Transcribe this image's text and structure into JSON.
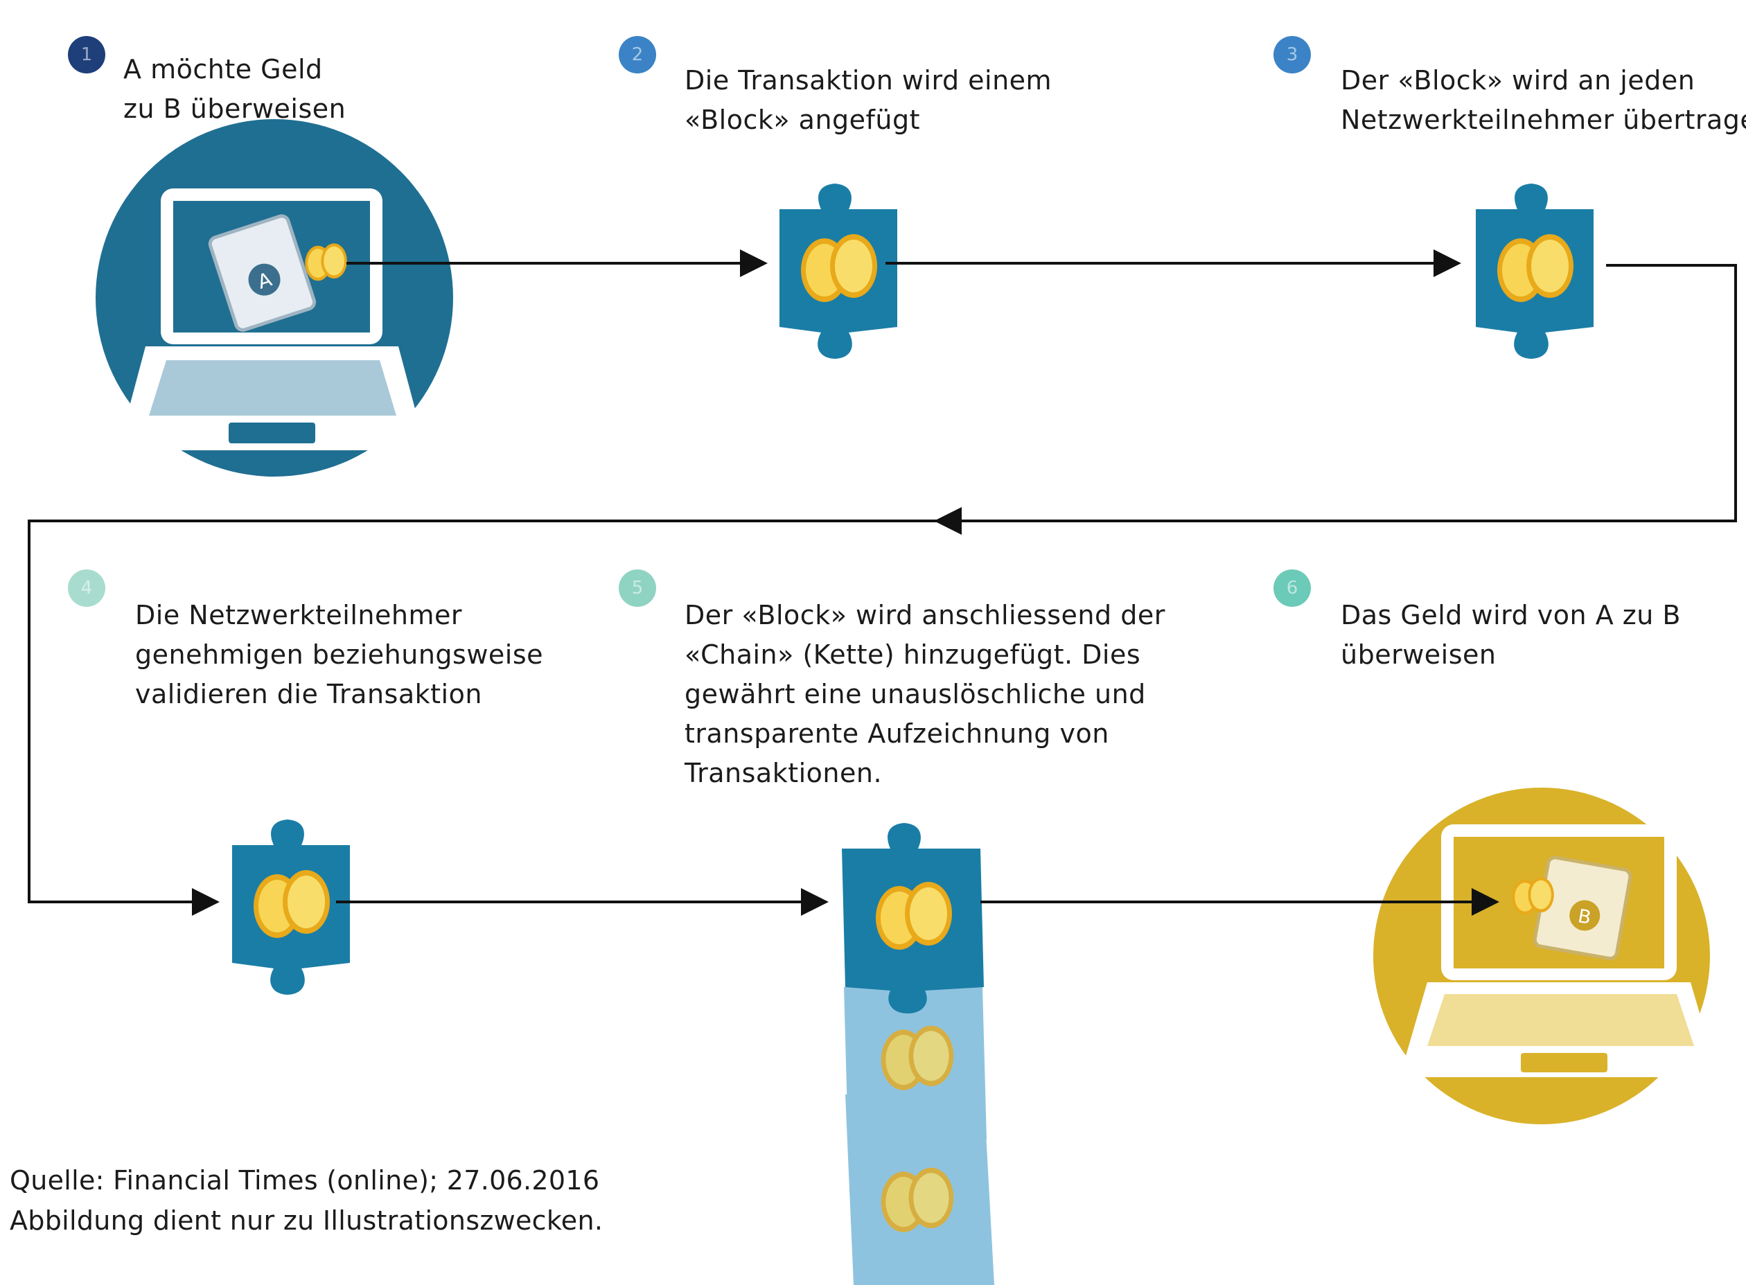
{
  "colors": {
    "navy": "#1f3f7a",
    "blue": "#3b83c6",
    "teal_light": "#9dd7cc",
    "teal": "#6ccab8",
    "block_blue": "#1a7da6",
    "block_pale": "#8ec3df",
    "laptop_blue": "#1f6f92",
    "laptop_gold": "#d9b22a",
    "coin": "#f6c430",
    "arrow": "#111111"
  },
  "steps": [
    {
      "number": "1",
      "lines": [
        "A möchte Geld",
        "zu B überweisen"
      ]
    },
    {
      "number": "2",
      "lines": [
        "Die Transaktion wird einem",
        "«Block» angefügt"
      ]
    },
    {
      "number": "3",
      "lines": [
        "Der «Block» wird an jeden",
        "Netzwerkteilnehmer übertragen"
      ]
    },
    {
      "number": "4",
      "lines": [
        "Die Netzwerkteilnehmer",
        "genehmigen beziehungsweise",
        "validieren die Transaktion"
      ]
    },
    {
      "number": "5",
      "lines": [
        "Der «Block» wird anschliessend der",
        "«Chain» (Kette) hinzugefügt. Dies",
        "gewährt eine unauslöschliche und",
        "transparente Aufzeichnung von",
        "Transaktionen."
      ]
    },
    {
      "number": "6",
      "lines": [
        "Das Geld wird von A zu B",
        "überweisen"
      ]
    }
  ],
  "laptops": {
    "sender_letter": "A",
    "receiver_letter": "B"
  },
  "source": {
    "line1": "Quelle: Financial Times (online); 27.06.2016",
    "line2": "Abbildung dient nur zu Illustrationszwecken."
  },
  "icons": [
    "laptop-wallet-icon",
    "puzzle-block-icon",
    "coin-icon",
    "arrow-icon"
  ]
}
